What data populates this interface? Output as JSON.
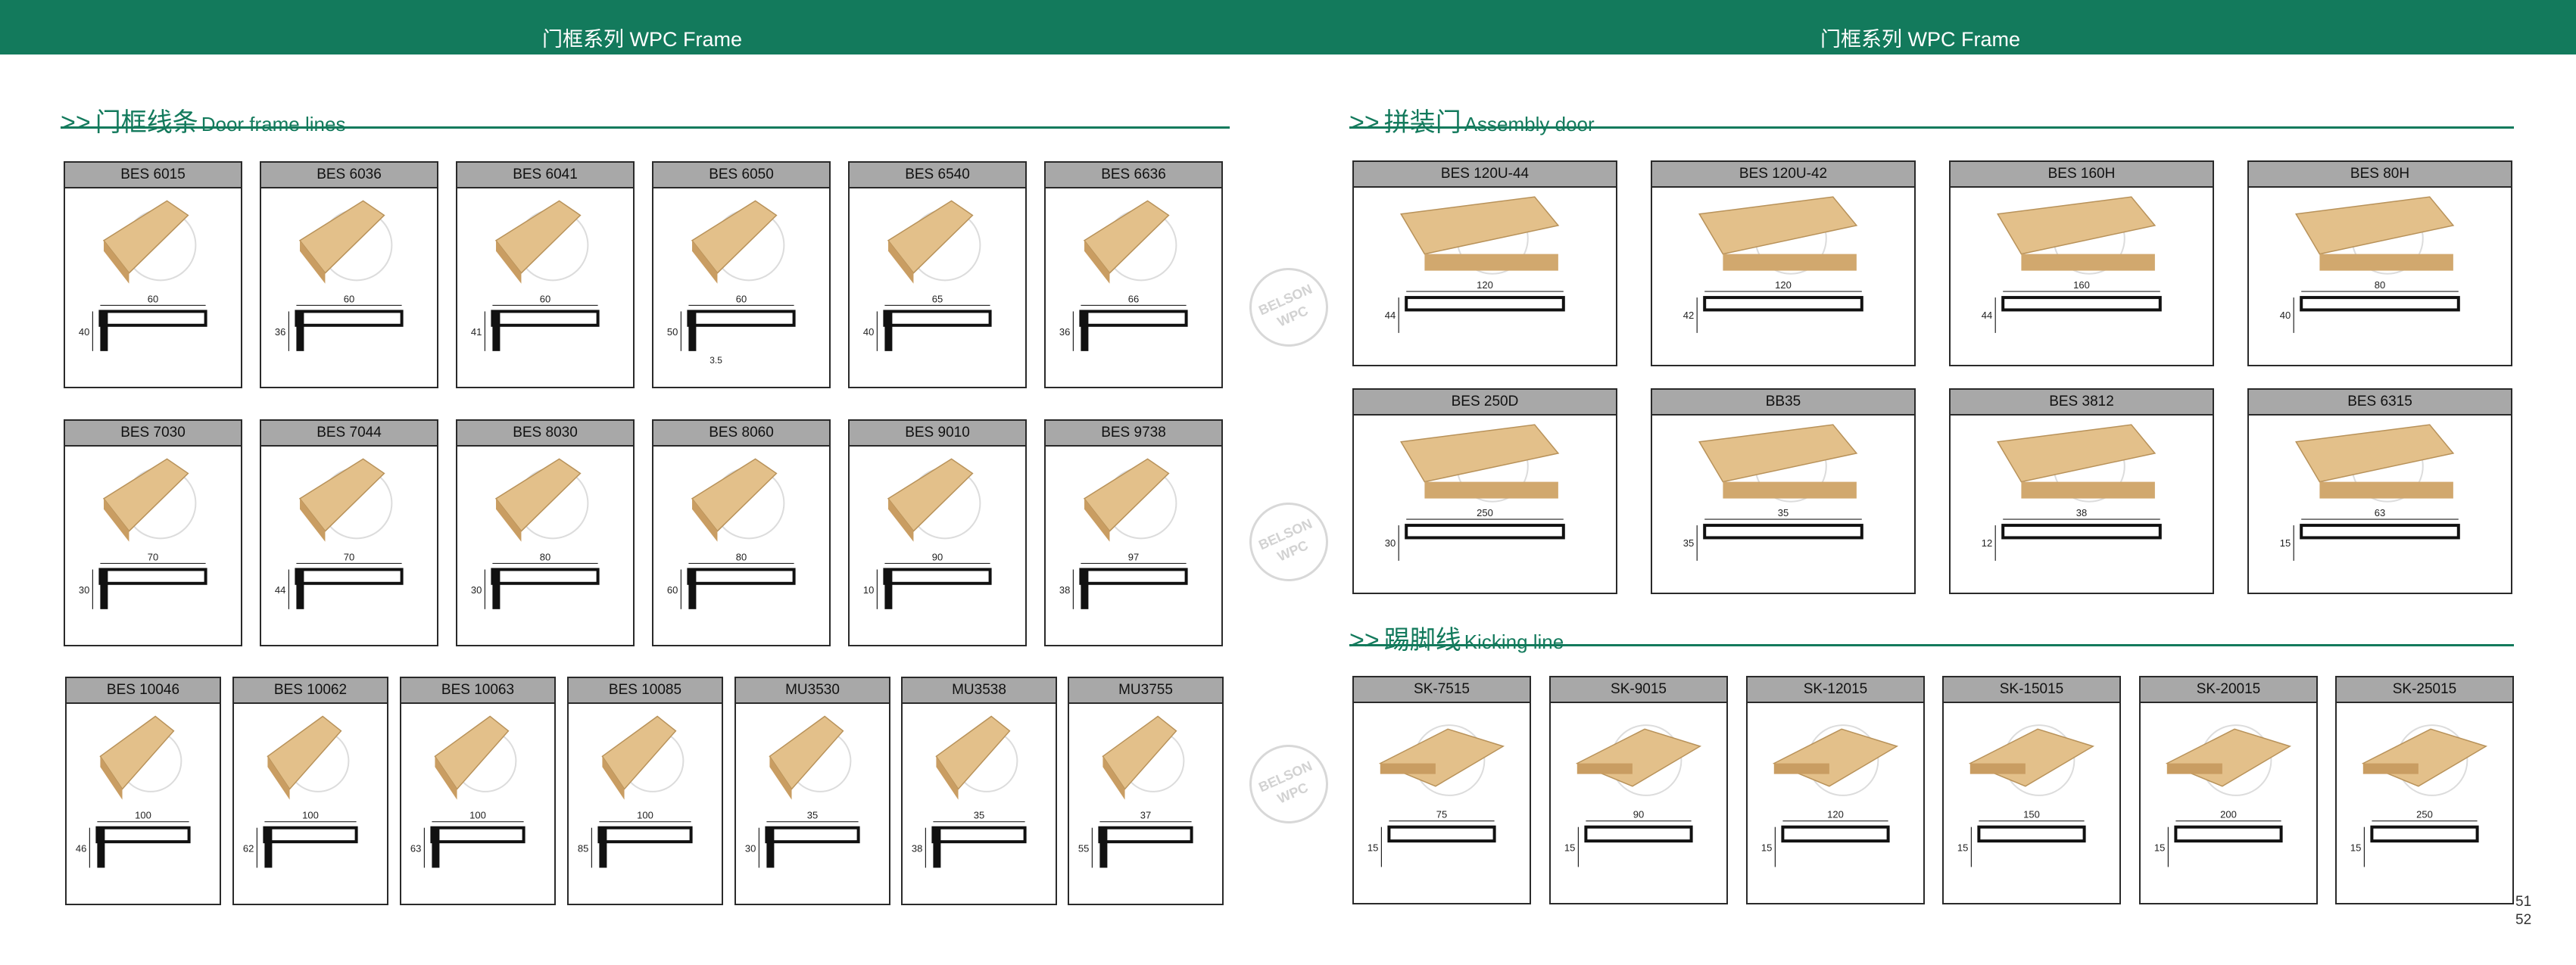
{
  "header": {
    "left_title": "门框系列 WPC Frame",
    "right_title": "门框系列 WPC Frame"
  },
  "sections": {
    "door_frame": {
      "chevron": ">>",
      "zh": "门框线条",
      "en": "Door frame lines"
    },
    "assembly": {
      "chevron": ">>",
      "zh": "拼装门",
      "en": "Assembly door"
    },
    "kicking": {
      "chevron": ">>",
      "zh": "踢脚线",
      "en": "Kicking line"
    }
  },
  "watermark": {
    "line1": "BELSON",
    "line2": "WPC"
  },
  "door_frame_items": [
    {
      "model": "BES 6015",
      "w": "60",
      "h": "40"
    },
    {
      "model": "BES 6036",
      "w": "60",
      "h": "36"
    },
    {
      "model": "BES 6041",
      "w": "60",
      "h": "41"
    },
    {
      "model": "BES 6050",
      "w": "60",
      "h": "50",
      "extra": "3.5"
    },
    {
      "model": "BES 6540",
      "w": "65",
      "h": "40"
    },
    {
      "model": "BES 6636",
      "w": "66",
      "h": "36"
    },
    {
      "model": "BES 7030",
      "w": "70",
      "h": "30"
    },
    {
      "model": "BES 7044",
      "w": "70",
      "h": "44"
    },
    {
      "model": "BES 8030",
      "w": "80",
      "h": "30"
    },
    {
      "model": "BES 8060",
      "w": "80",
      "h": "60"
    },
    {
      "model": "BES 9010",
      "w": "90",
      "h": "10"
    },
    {
      "model": "BES 9738",
      "w": "97",
      "h": "38"
    },
    {
      "model": "BES 10046",
      "w": "100",
      "h": "46"
    },
    {
      "model": "BES 10062",
      "w": "100",
      "h": "62"
    },
    {
      "model": "BES 10063",
      "w": "100",
      "h": "63"
    },
    {
      "model": "BES 10085",
      "w": "100",
      "h": "85"
    },
    {
      "model": "MU3530",
      "w": "35",
      "h": "30"
    },
    {
      "model": "MU3538",
      "w": "35",
      "h": "38"
    },
    {
      "model": "MU3755",
      "w": "37",
      "h": "55"
    }
  ],
  "assembly_items": [
    {
      "model": "BES 120U-44",
      "w": "120",
      "h": "44"
    },
    {
      "model": "BES 120U-42",
      "w": "120",
      "h": "42"
    },
    {
      "model": "BES 160H",
      "w": "160",
      "h": "44"
    },
    {
      "model": "BES 80H",
      "w": "80",
      "h": "40"
    },
    {
      "model": "BES 250D",
      "w": "250",
      "h": "30"
    },
    {
      "model": "BB35",
      "w": "35",
      "h": "35"
    },
    {
      "model": "BES 3812",
      "w": "38",
      "h": "12"
    },
    {
      "model": "BES 6315",
      "w": "63",
      "h": "15"
    }
  ],
  "kicking_items": [
    {
      "model": "SK-7515",
      "w": "75",
      "h": "15"
    },
    {
      "model": "SK-9015",
      "w": "90",
      "h": "15"
    },
    {
      "model": "SK-12015",
      "w": "120",
      "h": "15"
    },
    {
      "model": "SK-15015",
      "w": "150",
      "h": "15"
    },
    {
      "model": "SK-20015",
      "w": "200",
      "h": "15"
    },
    {
      "model": "SK-25015",
      "w": "250",
      "h": "15"
    }
  ],
  "page_numbers": {
    "left": "51",
    "right": "52"
  },
  "colors": {
    "brand_green": "#137a5c",
    "label_gray": "#a8a8a8",
    "wood": "#e3c08a"
  }
}
